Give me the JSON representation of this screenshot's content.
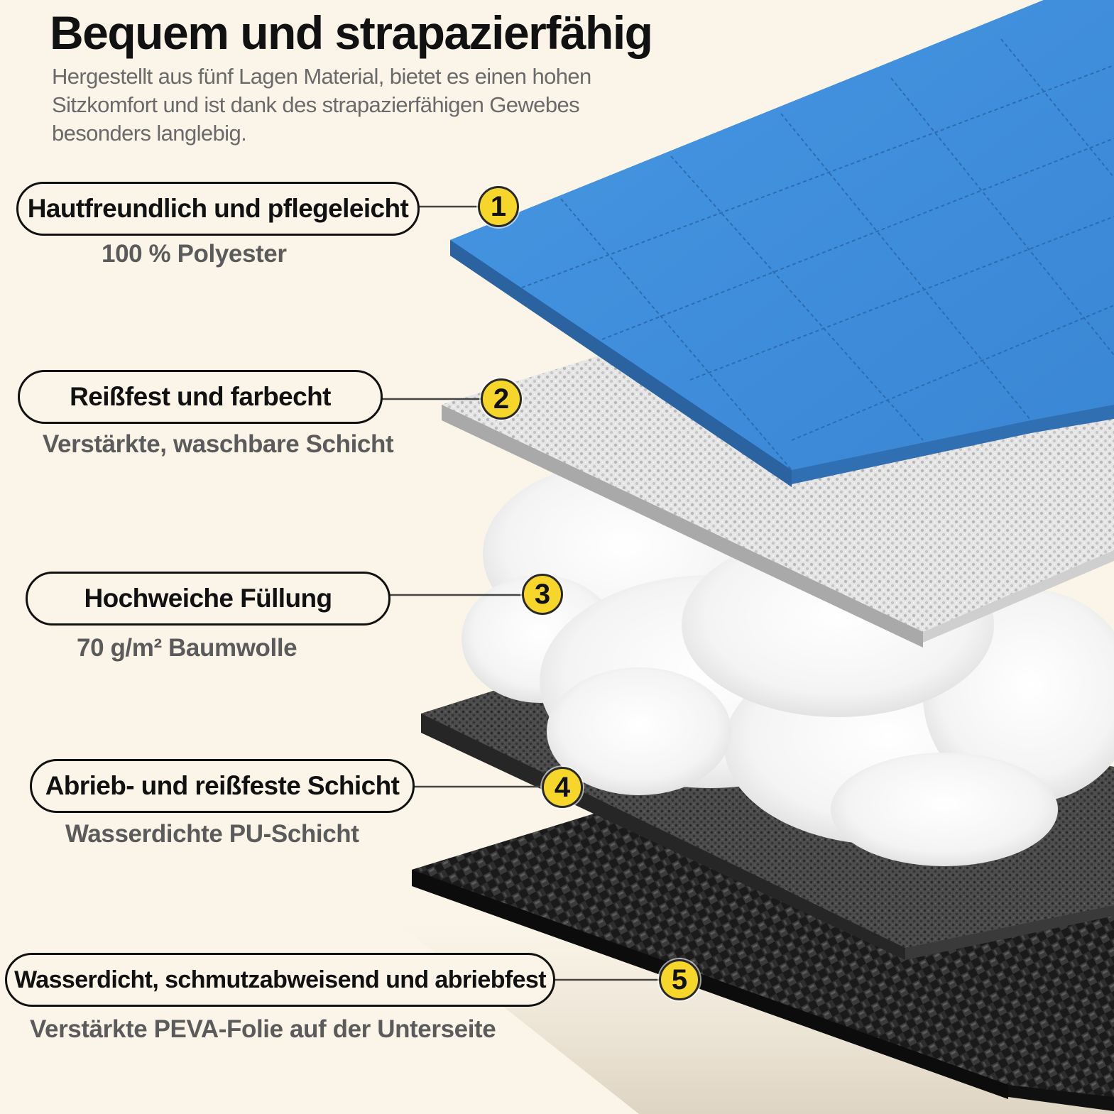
{
  "header": {
    "title": "Bequem und strapazierfähig",
    "subtitle": "Hergestellt aus fünf Lagen Material, bietet es einen hohen Sitzkomfort und ist dank des strapazierfähigen Gewebes besonders langlebig."
  },
  "layers": [
    {
      "number": "1",
      "label": "Hautfreundlich und pflegeleicht",
      "description": "100 % Polyester"
    },
    {
      "number": "2",
      "label": "Reißfest und farbecht",
      "description": "Verstärkte, waschbare Schicht"
    },
    {
      "number": "3",
      "label": "Hochweiche Füllung",
      "description": "70 g/m² Baumwolle"
    },
    {
      "number": "4",
      "label": "Abrieb- und reißfeste Schicht",
      "description": "Wasserdichte PU-Schicht"
    },
    {
      "number": "5",
      "label": "Wasserdicht, schmutzabweisend und abriebfest",
      "description": "Verstärkte PEVA-Folie auf der Unterseite"
    }
  ],
  "colors": {
    "background": "#fbf5e9",
    "top_layer": "#3f8fdc",
    "badge": "#f6d62a"
  }
}
